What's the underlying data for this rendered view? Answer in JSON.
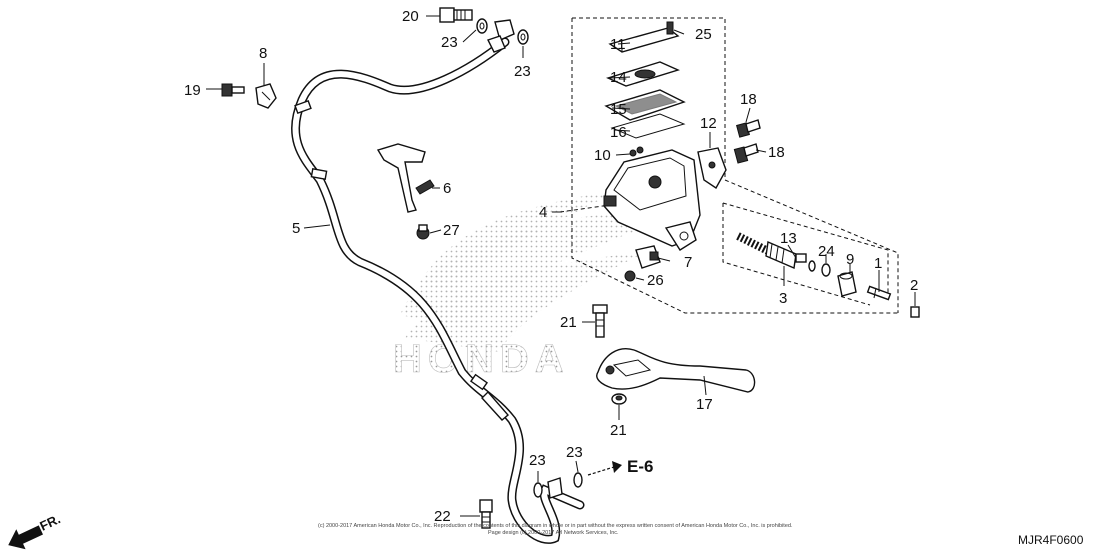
{
  "diagram": {
    "code": "MJR4F0600",
    "reference": "E-6",
    "direction": "FR.",
    "watermark": "HONDA",
    "copyright_line1": "(c) 2000-2017 American Honda Motor Co., Inc. Reproduction of the contents of this diagram in whole or in part without the express written consent of American Honda Motor Co., Inc. is prohibited.",
    "copyright_line2": "Page design (c) 2000-2017 Arl Network Services, Inc."
  },
  "callouts": [
    {
      "id": "c1",
      "text": "1"
    },
    {
      "id": "c2",
      "text": "2"
    },
    {
      "id": "c3",
      "text": "3"
    },
    {
      "id": "c4",
      "text": "4"
    },
    {
      "id": "c5",
      "text": "5"
    },
    {
      "id": "c6",
      "text": "6"
    },
    {
      "id": "c7",
      "text": "7"
    },
    {
      "id": "c8",
      "text": "8"
    },
    {
      "id": "c9",
      "text": "9"
    },
    {
      "id": "c10",
      "text": "10"
    },
    {
      "id": "c11",
      "text": "11"
    },
    {
      "id": "c12",
      "text": "12"
    },
    {
      "id": "c13",
      "text": "13"
    },
    {
      "id": "c14",
      "text": "14"
    },
    {
      "id": "c15",
      "text": "15"
    },
    {
      "id": "c16",
      "text": "16"
    },
    {
      "id": "c17",
      "text": "17"
    },
    {
      "id": "c18a",
      "text": "18"
    },
    {
      "id": "c18b",
      "text": "18"
    },
    {
      "id": "c19",
      "text": "19"
    },
    {
      "id": "c20",
      "text": "20"
    },
    {
      "id": "c21a",
      "text": "21"
    },
    {
      "id": "c21b",
      "text": "21"
    },
    {
      "id": "c22",
      "text": "22"
    },
    {
      "id": "c23a",
      "text": "23"
    },
    {
      "id": "c23b",
      "text": "23"
    },
    {
      "id": "c23c",
      "text": "23"
    },
    {
      "id": "c23d",
      "text": "23"
    },
    {
      "id": "c24",
      "text": "24"
    },
    {
      "id": "c25",
      "text": "25"
    },
    {
      "id": "c26",
      "text": "26"
    },
    {
      "id": "c27",
      "text": "27"
    }
  ]
}
